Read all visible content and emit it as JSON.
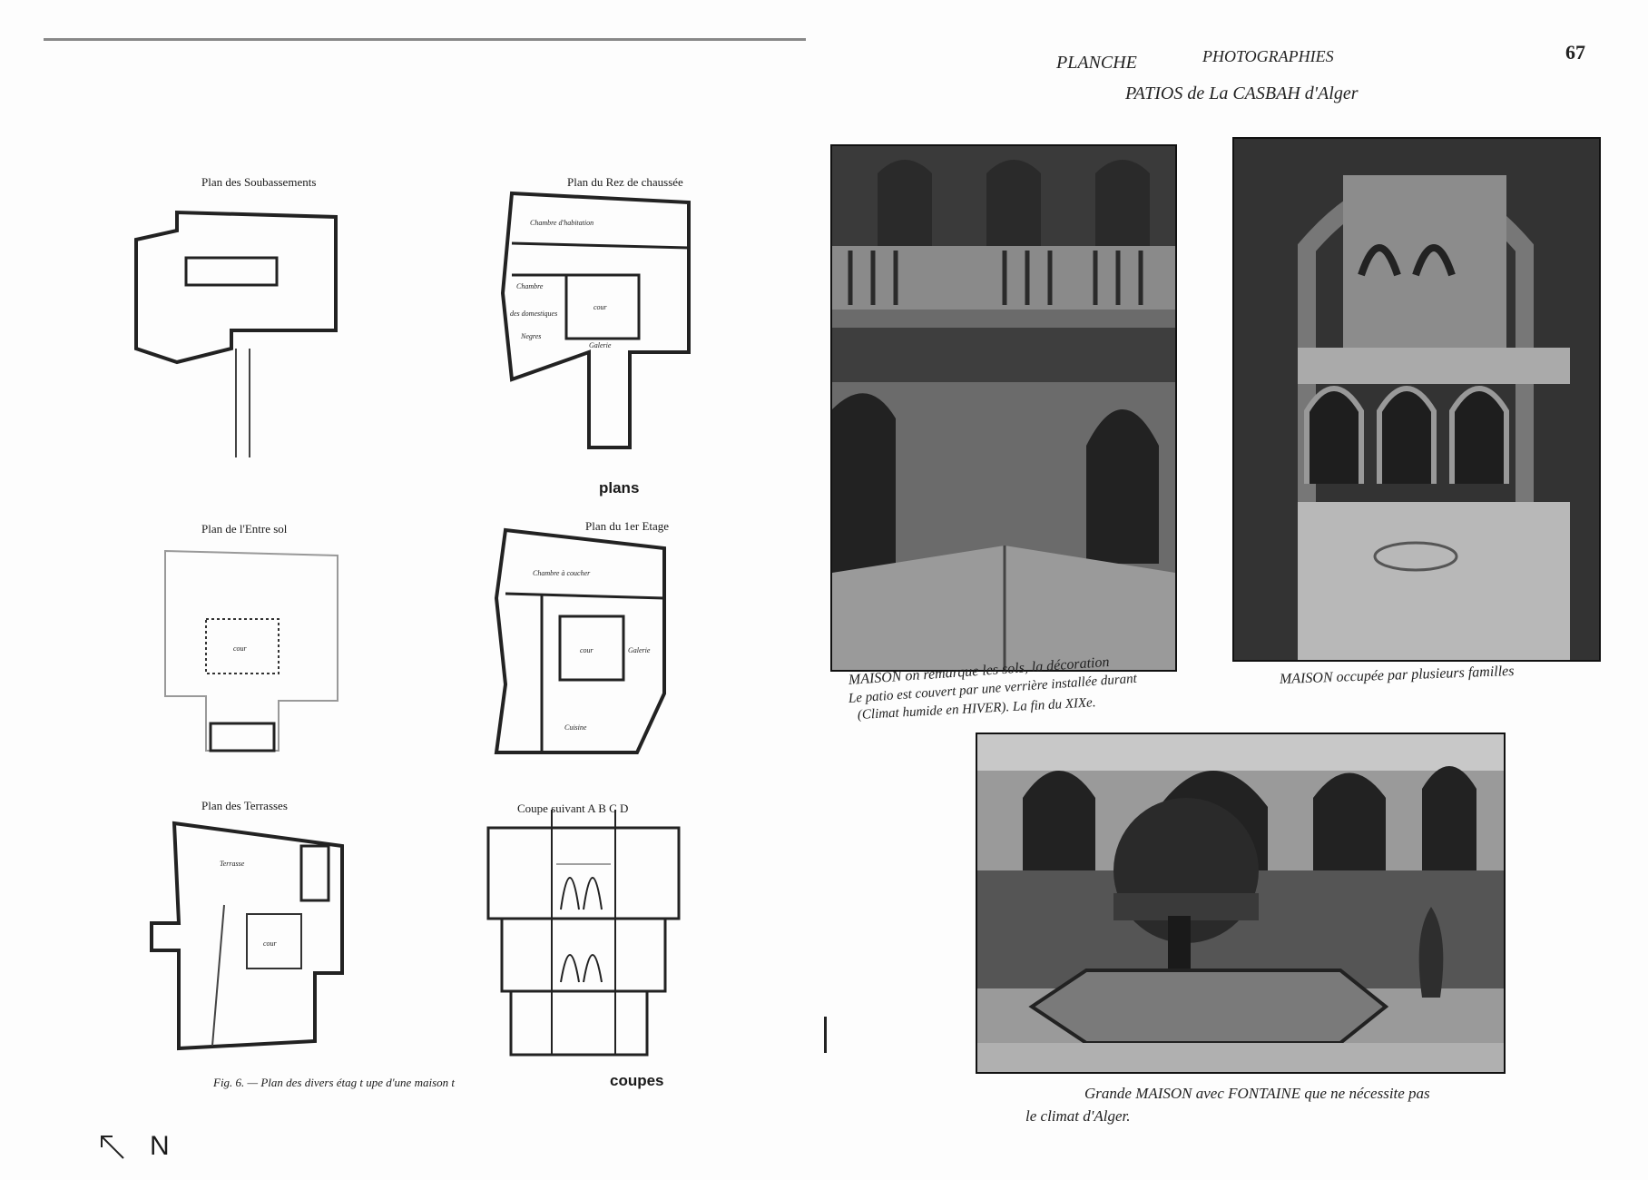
{
  "page_number": "67",
  "header": {
    "line1_left": "PLANCHE",
    "line1_right": "PHOTOGRAPHIES",
    "line2": "PATIOS de La CASBAH d'Alger"
  },
  "plans": {
    "soubassements": "Plan des Soubassements",
    "rez_de_chaussee": "Plan du Rez de chaussée",
    "entre_sol": "Plan de l'Entre sol",
    "premier_etage": "Plan du 1er Etage",
    "terrasses": "Plan des Terrasses",
    "coupe": "Coupe suivant A B C D",
    "label_plans": "plans",
    "label_coupes": "coupes",
    "figure_caption": "Fig. 6. — Plan des divers étag   t   upe d'une maison t",
    "room_labels": [
      "Chambre d'habitation",
      "Chambre",
      "des domestiques",
      "Negres",
      "cour",
      "Galerie",
      "Cuisine",
      "Chambre à coucher",
      "Terrasse"
    ],
    "north": "N"
  },
  "photos": {
    "caption1_line1": "MAISON  on remarque les sols, la décoration",
    "caption1_line2": "Le patio est couvert par une verrière installée durant",
    "caption1_line3": "(Climat humide en HIVER).  La fin du XIXe.",
    "caption2": "MAISON occupée par plusieurs familles",
    "caption3_line1": "Grande MAISON avec FONTAINE que ne nécessite pas",
    "caption3_line2": "le climat d'Alger."
  }
}
